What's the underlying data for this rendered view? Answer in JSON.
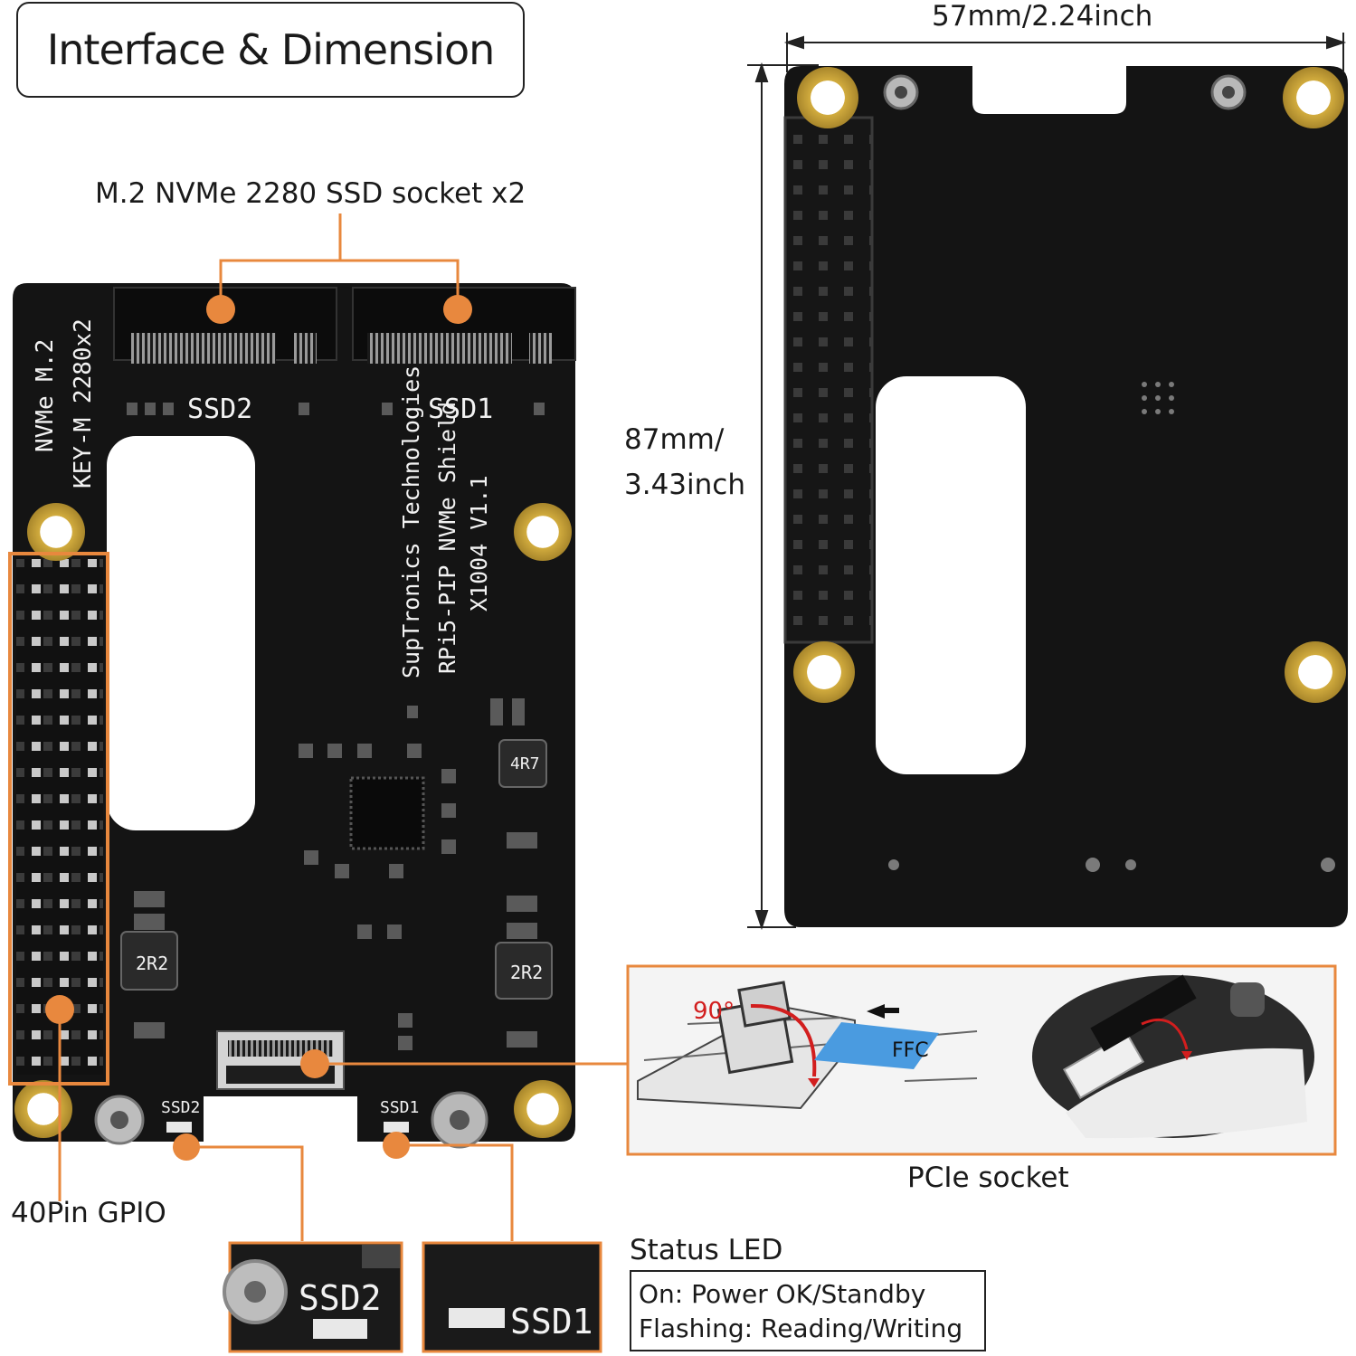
{
  "title": "Interface & Dimension",
  "labels": {
    "m2_socket": "M.2 NVMe 2280 SSD socket x2",
    "width_dim": "57mm/2.24inch",
    "height_dim_line1": "87mm/",
    "height_dim_line2": "3.43inch",
    "gpio": "40Pin GPIO",
    "pcie_socket": "PCIe socket",
    "status_led": "Status LED"
  },
  "led_states": {
    "on": "On: Power OK/Standby",
    "flashing": "Flashing: Reading/Writing"
  },
  "board_silkscreen": {
    "side_line1": "NVMe M.2",
    "side_line2": "KEY-M 2280x2",
    "ssd2": "SSD2",
    "ssd1": "SSD1",
    "brand": "SupTronics Technologies",
    "model": "RPi5-PIP NVMe Shield",
    "version": "X1004  V1.1",
    "inductor_1": "2R2",
    "inductor_2": "2R2",
    "inductor_3": "4R7",
    "led_ssd2": "SSD2",
    "led_ssd1": "SSD1"
  },
  "pcie_diagram": {
    "angle": "90°",
    "cable": "FFC"
  },
  "colors": {
    "accent": "#e8883e",
    "pcb": "#141414",
    "hole_ring": "#c9a23a"
  }
}
